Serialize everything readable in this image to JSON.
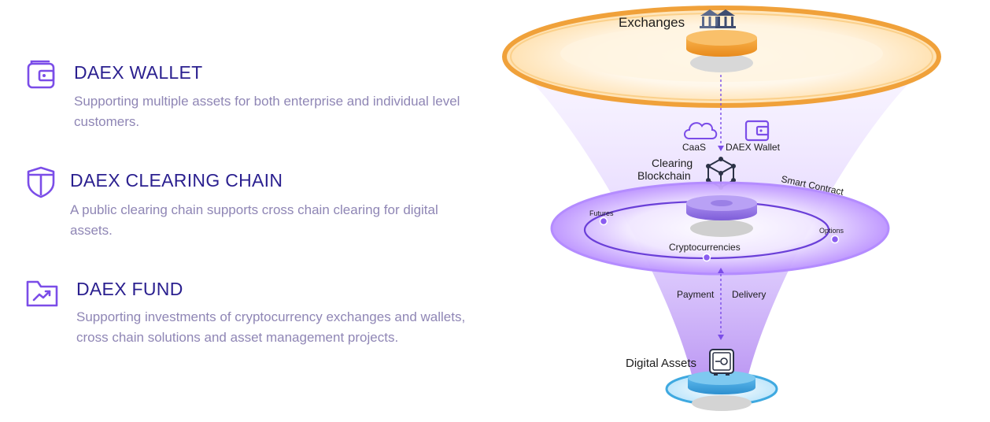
{
  "features": [
    {
      "title": "DAEX WALLET",
      "description": "Supporting multiple assets for both enterprise and individual level customers.",
      "icon": "wallet-icon"
    },
    {
      "title": "DAEX CLEARING CHAIN",
      "description": "A public clearing chain supports cross chain clearing for digital assets.",
      "icon": "shield-icon"
    },
    {
      "title": "DAEX FUND",
      "description": "Supporting investments of cryptocurrency exchanges and wallets, cross chain solutions and asset management projects.",
      "icon": "folder-chart-icon"
    }
  ],
  "diagram": {
    "exchanges": "Exchanges",
    "caas": "CaaS",
    "daex_wallet": "DAEX Wallet",
    "clearing_line1": "Clearing",
    "clearing_line2": "Blockchain",
    "smart_contract": "Smart Contract",
    "futures": "Futures",
    "options": "Options",
    "cryptocurrencies": "Cryptocurrencies",
    "payment": "Payment",
    "delivery": "Delivery",
    "digital_assets": "Digital Assets"
  },
  "colors": {
    "accent_purple": "#7b4de8",
    "title_navy": "#2a1f8f",
    "desc_gray": "#8f86b5",
    "orange": "#f0a13a",
    "blue": "#3fa9e0"
  }
}
